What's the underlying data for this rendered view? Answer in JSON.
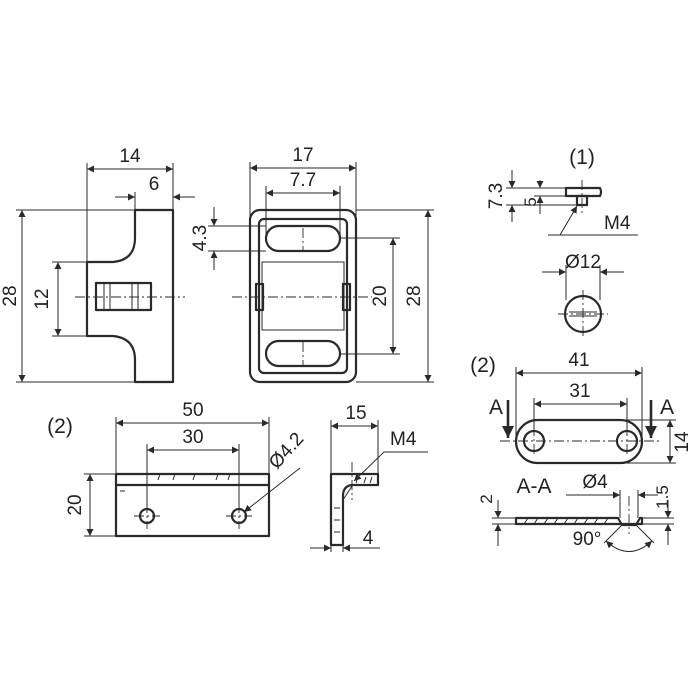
{
  "drawing": {
    "front_view": {
      "dims": {
        "width_total": "14",
        "width_offset": "6",
        "height_total": "28",
        "height_center": "12"
      }
    },
    "side_view": {
      "dims": {
        "width_total": "17",
        "width_slot": "7.7",
        "slot_height": "4.3",
        "pitch": "20",
        "height_total": "28"
      }
    },
    "part1": {
      "label": "(1)",
      "dims": {
        "height_total": "7.3",
        "height_head": "5",
        "thread": "M4",
        "diameter": "Ø12"
      }
    },
    "part2_bracket": {
      "label": "(2)",
      "dims": {
        "length": "50",
        "hole_pitch": "30",
        "height": "20",
        "hole_dia": "Ø4.2",
        "flange_width": "15",
        "thread": "M4",
        "thickness": "4"
      }
    },
    "part2_plate": {
      "label": "(2)",
      "dims": {
        "length": "41",
        "hole_pitch": "31",
        "width": "14",
        "section_mark": "A",
        "section_label": "A-A",
        "hole_dia": "Ø4",
        "thickness": "2",
        "countersink_depth": "1.5",
        "countersink_angle": "90°"
      }
    }
  }
}
